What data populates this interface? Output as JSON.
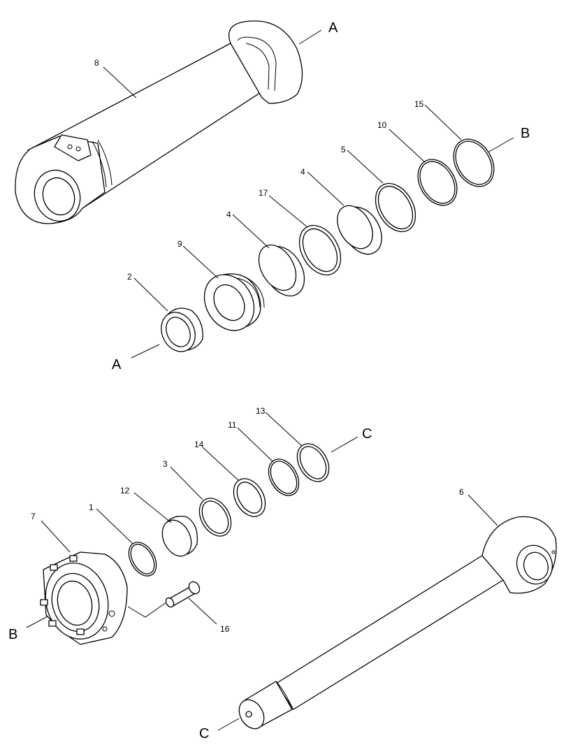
{
  "callouts": {
    "n8": "8",
    "n15": "15",
    "n10": "10",
    "n5": "5",
    "n4a": "4",
    "n17": "17",
    "n4b": "4",
    "n9": "9",
    "n2": "2",
    "n13": "13",
    "n11": "11",
    "n14": "14",
    "n3": "3",
    "n12": "12",
    "n1": "1",
    "n7": "7",
    "n6": "6",
    "n16": "16"
  },
  "connectors": {
    "a_top": "A",
    "a_bottom": "A",
    "b_right": "B",
    "b_left": "B",
    "c_right": "C",
    "c_bottom": "C"
  }
}
